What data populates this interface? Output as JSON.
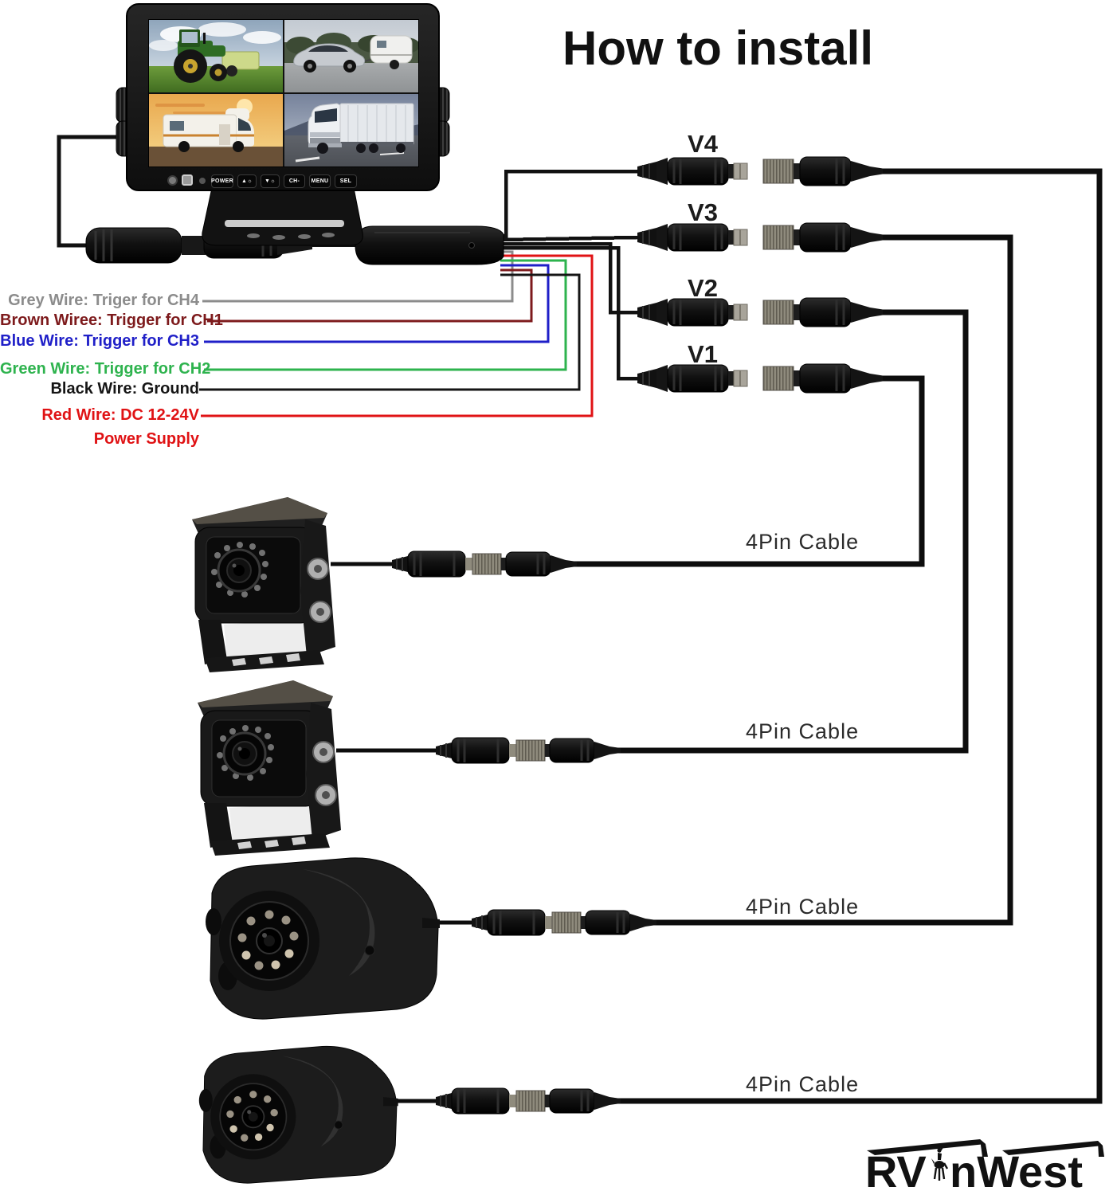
{
  "title": "How to install",
  "monitor": {
    "buttons": [
      "POWER",
      "▲☼",
      "▼☼",
      "CH-",
      "MENU",
      "SEL"
    ],
    "screen_views": [
      "tractor-cam-view",
      "car-trailer-cam-view",
      "rv-motorhome-cam-view",
      "semi-truck-cam-view"
    ]
  },
  "video_inputs": [
    {
      "label": "V4"
    },
    {
      "label": "V3"
    },
    {
      "label": "V2"
    },
    {
      "label": "V1"
    }
  ],
  "wires": [
    {
      "name": "grey",
      "label": "Grey Wire: Triger for CH4",
      "color": "#8c8c8c"
    },
    {
      "name": "brown",
      "label": "Brown Wiree: Trigger for CH1",
      "color": "#7d1a1c"
    },
    {
      "name": "blue",
      "label": "Blue Wire: Trigger for CH3",
      "color": "#1f1fc8"
    },
    {
      "name": "green",
      "label": "Green Wire: Trigger for CH2",
      "color": "#2eb34e"
    },
    {
      "name": "black",
      "label": "Black Wire: Ground",
      "color": "#151515"
    },
    {
      "name": "red",
      "label": "Red Wire: DC 12-24V",
      "color": "#e01214",
      "label2": "Power Supply"
    }
  ],
  "four_pin_labels": [
    "4Pin Cable",
    "4Pin Cable",
    "4Pin Cable",
    "4Pin Cable"
  ],
  "logo": {
    "text": "RVinWest",
    "part1": "RV",
    "part2": "nWest"
  }
}
